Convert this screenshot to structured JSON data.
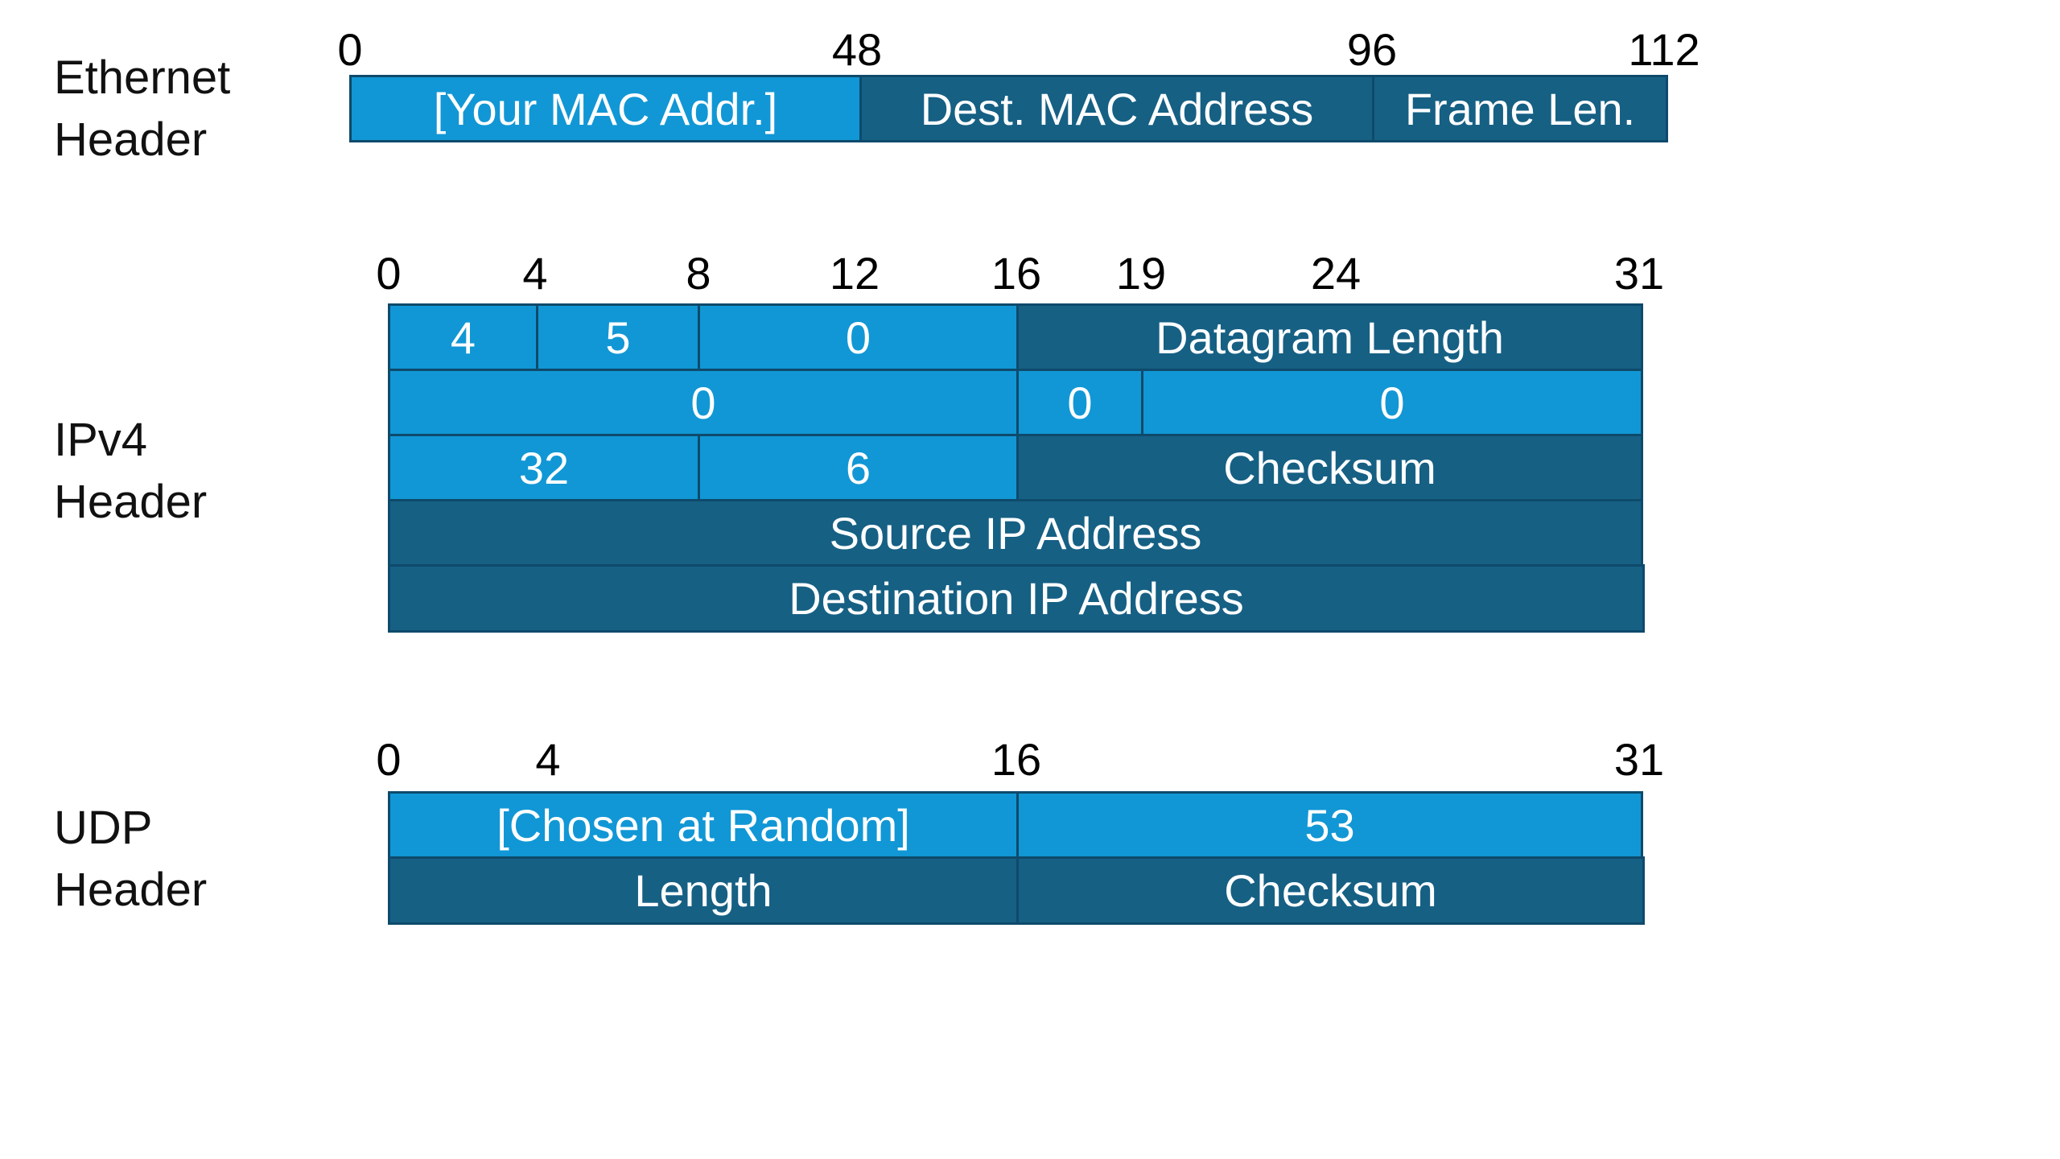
{
  "ethernet": {
    "label_line1": "Ethernet",
    "label_line2": "Header",
    "ticks": [
      "0",
      "48",
      "96",
      "112"
    ],
    "fields": [
      {
        "text": "[Your MAC Addr.]",
        "style": "light"
      },
      {
        "text": "Dest. MAC Address",
        "style": "dark"
      },
      {
        "text": "Frame Len.",
        "style": "dark"
      }
    ]
  },
  "ipv4": {
    "label_line1": "IPv4",
    "label_line2": "Header",
    "ticks": [
      "0",
      "4",
      "8",
      "12",
      "16",
      "19",
      "24",
      "31"
    ],
    "fields": [
      {
        "text": "4",
        "style": "light"
      },
      {
        "text": "5",
        "style": "light"
      },
      {
        "text": "0",
        "style": "light"
      },
      {
        "text": "Datagram Length",
        "style": "dark"
      },
      {
        "text": "0",
        "style": "light"
      },
      {
        "text": "0",
        "style": "light"
      },
      {
        "text": "0",
        "style": "light"
      },
      {
        "text": "32",
        "style": "light"
      },
      {
        "text": "6",
        "style": "light"
      },
      {
        "text": "Checksum",
        "style": "dark"
      },
      {
        "text": "Source IP Address",
        "style": "dark"
      },
      {
        "text": "Destination IP Address",
        "style": "dark"
      }
    ]
  },
  "udp": {
    "label_line1": "UDP",
    "label_line2": "Header",
    "ticks": [
      "0",
      "4",
      "16",
      "31"
    ],
    "fields": [
      {
        "text": "[Chosen at Random]",
        "style": "light"
      },
      {
        "text": "53",
        "style": "light"
      },
      {
        "text": "Length",
        "style": "dark"
      },
      {
        "text": "Checksum",
        "style": "dark"
      }
    ]
  },
  "colors": {
    "light_field": "#1197d5",
    "dark_field": "#166084",
    "border": "#0e4a6b"
  }
}
